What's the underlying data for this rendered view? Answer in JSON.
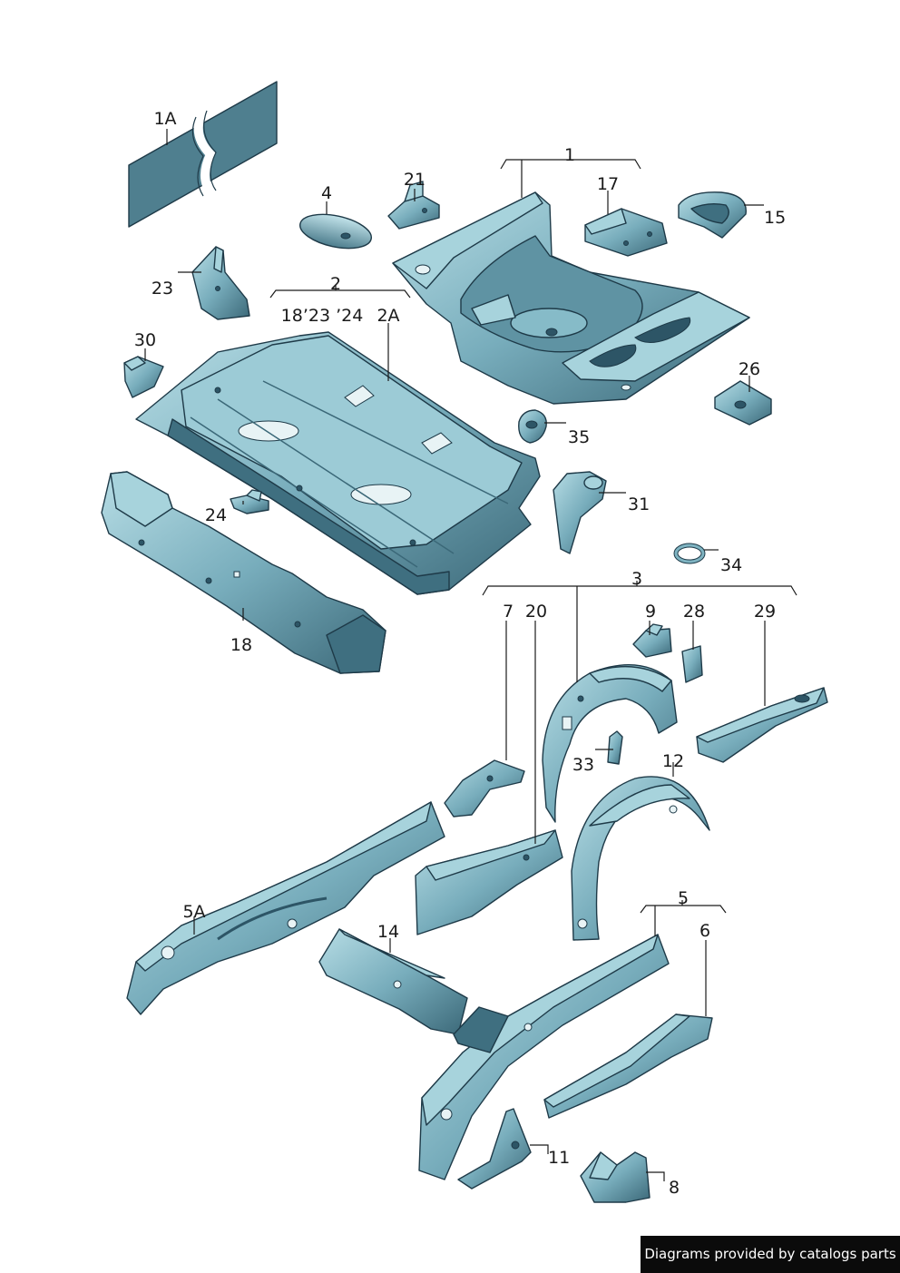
{
  "callouts": [
    "1A",
    "1",
    "21",
    "4",
    "17",
    "15",
    "23",
    "2",
    "18’23 ’24",
    "2A",
    "30",
    "26",
    "35",
    "31",
    "24",
    "34",
    "3",
    "18",
    "7",
    "20",
    "9",
    "28",
    "29",
    "33",
    "12",
    "5A",
    "14",
    "5",
    "6",
    "11",
    "8"
  ],
  "credit": "Diagrams provided by catalogs parts",
  "colors": {
    "metal_light": "#a9d4dd",
    "metal_mid": "#6fa6b6",
    "metal_dark": "#3b6878",
    "outline": "#1e3a48",
    "credit_bg": "#0b0b0b"
  }
}
